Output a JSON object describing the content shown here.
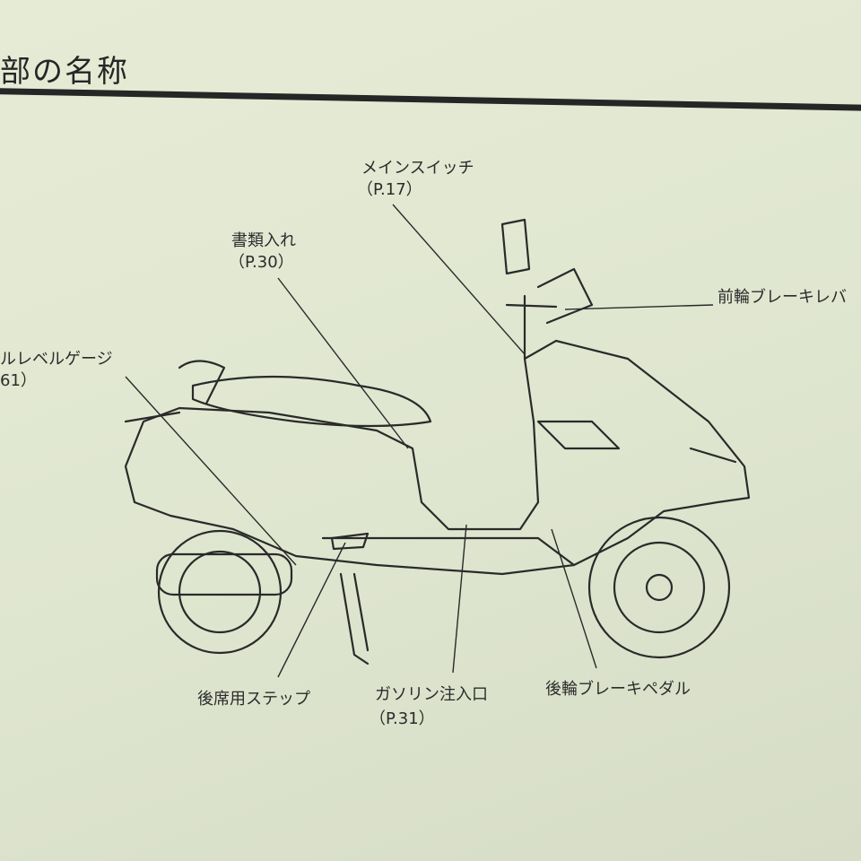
{
  "page": {
    "title": "部の名称"
  },
  "labels": {
    "main_switch": {
      "name": "メインスイッチ",
      "page": "（P.17）"
    },
    "document_holder": {
      "name": "書類入れ",
      "page": "（P.30）"
    },
    "oil_level_gauge": {
      "name": "ルレベルゲージ",
      "page": "61）"
    },
    "front_brake_lever": {
      "name": "前輪ブレーキレバ"
    },
    "passenger_step": {
      "name": "後席用ステップ"
    },
    "fuel_inlet": {
      "name": "ガソリン注入口",
      "page": "（P.31）"
    },
    "rear_brake_pedal": {
      "name": "後輪ブレーキペダル"
    }
  }
}
